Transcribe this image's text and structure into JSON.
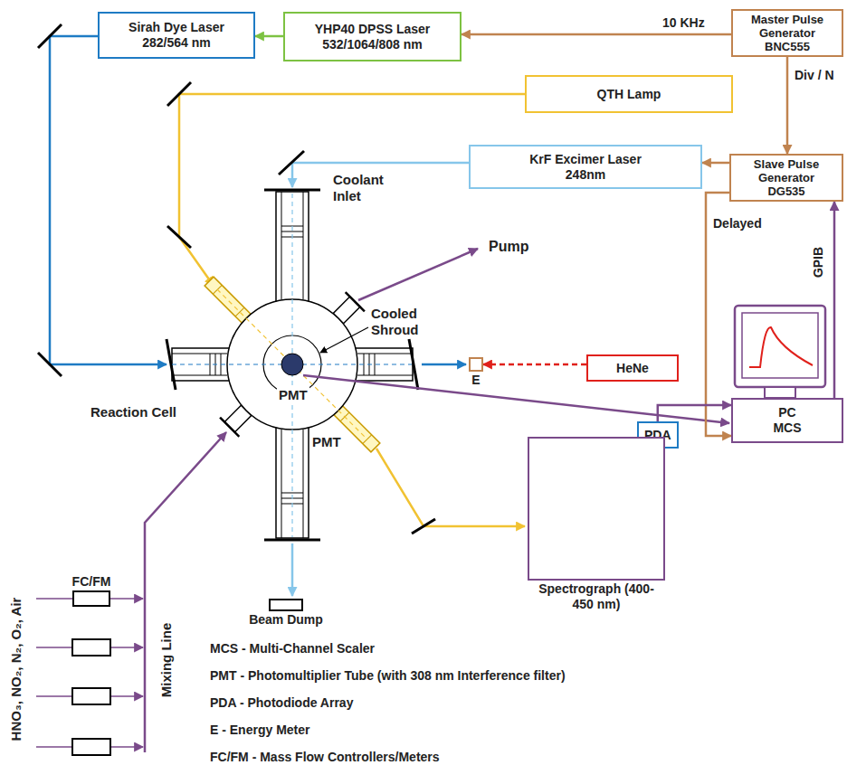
{
  "diagram": {
    "nodes": [
      {
        "text": [
          "Sirah Dye Laser",
          "282/564 nm"
        ]
      },
      {
        "text": [
          "YHP40 DPSS Laser",
          "532/1064/808 nm"
        ]
      },
      {
        "text": [
          "Master Pulse Generator BNC555"
        ]
      },
      {
        "text": [
          "QTH Lamp"
        ]
      },
      {
        "text": [
          "KrF Excimer Laser",
          "248nm"
        ]
      },
      {
        "text": [
          "Slave Pulse Generator DG535"
        ]
      },
      {
        "text": [
          "E"
        ]
      },
      {
        "text": [
          "HeNe"
        ]
      },
      {
        "text": [
          "PC MCS"
        ]
      },
      {
        "text": [
          "PDA"
        ]
      },
      {
        "text": [
          "Spectrograph (400-450 nm)"
        ]
      },
      {
        "text": [
          "Beam Dump"
        ]
      },
      {
        "text": [
          "FC/FM"
        ]
      }
    ],
    "edges": [
      {
        "from": 2,
        "to": 1,
        "label": "10 KHz",
        "arrow": "to"
      },
      {
        "from": 1,
        "to": 0,
        "arrow": "to"
      },
      {
        "from": 2,
        "to": 5,
        "label": "Div / N",
        "arrow": "to"
      },
      {
        "from": 5,
        "to": 4,
        "arrow": "to"
      },
      {
        "from": 5,
        "to": 8,
        "label": "Delayed",
        "arrow": "to"
      },
      {
        "from": 8,
        "to": 5,
        "label": "GPIB",
        "arrow": "to"
      },
      {
        "from": 9,
        "to": 8,
        "arrow": "to"
      },
      {
        "from": 7,
        "to": 6,
        "arrow": "to"
      }
    ],
    "labels": [
      "Coolant Inlet",
      "Cooled Shroud",
      "Pump",
      "Reaction Cell",
      "PMT",
      "PMT",
      "Mixing Line",
      "HNO₃, NO₂, N₂, O₂, Air",
      "MCS - Multi-Channel Scaler",
      "PMT - Photomultiplier Tube (with 308 nm Interference filter)",
      "PDA - Photodiode Array",
      "E - Energy Meter",
      "FC/FM - Mass Flow Controllers/Meters"
    ]
  }
}
